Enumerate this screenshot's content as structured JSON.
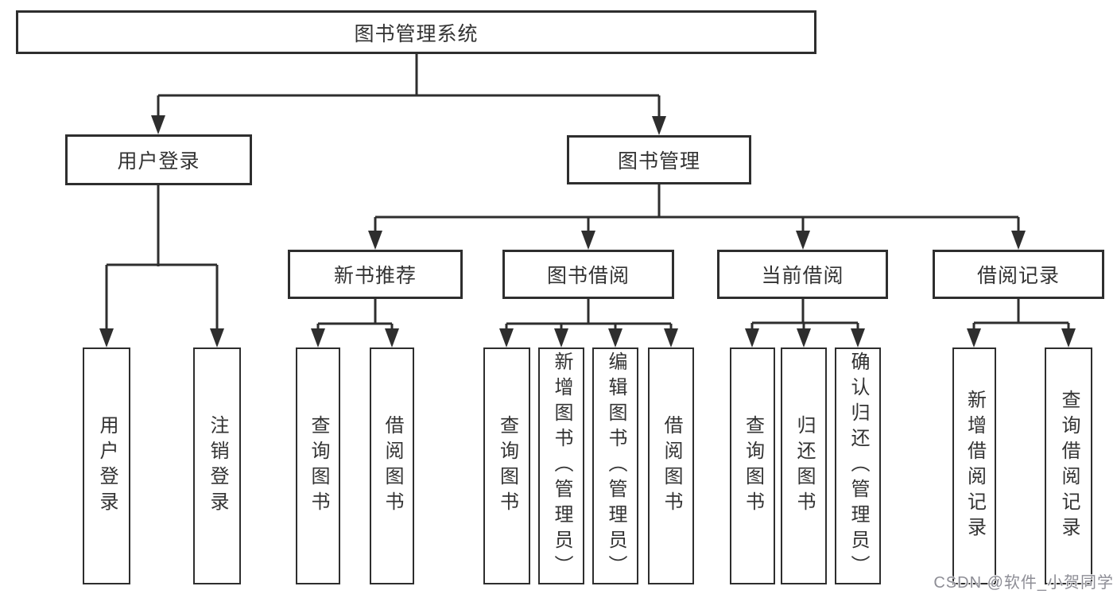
{
  "colors": {
    "line": "#2e2e2e",
    "box_border": "#2e2e2e",
    "text": "#333333",
    "watermark": "#8e8e96",
    "background": "#ffffff"
  },
  "tree": {
    "root": {
      "label": "图书管理系统"
    },
    "level2": [
      {
        "label": "用户登录"
      },
      {
        "label": "图书管理"
      }
    ],
    "level3": [
      {
        "label": "新书推荐"
      },
      {
        "label": "图书借阅"
      },
      {
        "label": "当前借阅"
      },
      {
        "label": "借阅记录"
      }
    ],
    "leaves": {
      "user_login": [
        "用户登录",
        "注销登录"
      ],
      "new_book": [
        "查询图书",
        "借阅图书"
      ],
      "book_borrow": [
        "查询图书",
        "新增图书（管理员）",
        "编辑图书（管理员）",
        "借阅图书"
      ],
      "current_borrow": [
        "查询图书",
        "归还图书",
        "确认归还（管理员）"
      ],
      "borrow_records": [
        "新增借阅记录",
        "查询借阅记录"
      ]
    }
  },
  "watermark": {
    "text": "CSDN @软件_小贺同学"
  }
}
